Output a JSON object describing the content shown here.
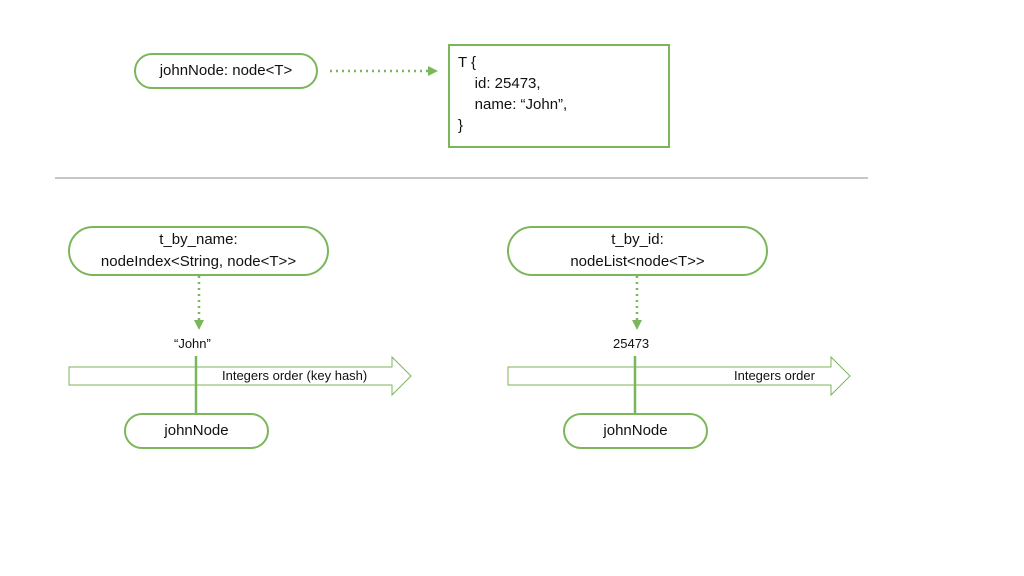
{
  "colors": {
    "accent": "#7cb65a",
    "divider": "#b3b3b3"
  },
  "top": {
    "node_label": "johnNode: node<T>",
    "struct_lines": [
      "T {",
      "    id: 25473,",
      "    name: “John”,",
      "}"
    ]
  },
  "left": {
    "index_lines": [
      "t_by_name:",
      "nodeIndex<String, node<T>>"
    ],
    "key_label": "“John”",
    "axis_label": "Integers order (key hash)",
    "node_label": "johnNode"
  },
  "right": {
    "index_lines": [
      "t_by_id:",
      "nodeList<node<T>>"
    ],
    "key_label": "25473",
    "axis_label": "Integers order",
    "node_label": "johnNode"
  }
}
